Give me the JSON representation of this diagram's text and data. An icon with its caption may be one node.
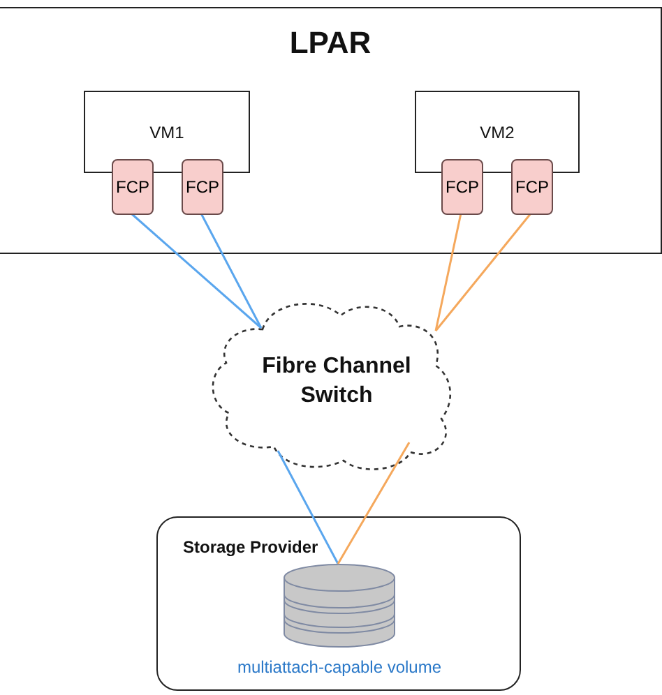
{
  "diagram": {
    "nodes": [
      {
        "text": [
          "LPAR"
        ]
      },
      {
        "text": [
          "VM1"
        ],
        "in": 0
      },
      {
        "text": [
          "FCP"
        ],
        "in": 0
      },
      {
        "text": [
          "FCP"
        ],
        "in": 0
      },
      {
        "text": [
          "VM2"
        ],
        "in": 0
      },
      {
        "text": [
          "FCP"
        ],
        "in": 0
      },
      {
        "text": [
          "FCP"
        ],
        "in": 0
      },
      {
        "text": [
          "Fibre Channel Switch"
        ]
      },
      {
        "text": [
          "Storage Provider"
        ]
      },
      {
        "text": [],
        "shape": "cylinder",
        "beside": [
          "multiattach-capable volume"
        ],
        "in": 8
      }
    ],
    "edges": [
      {
        "from": 2,
        "to": 7,
        "arrow": "none",
        "color": "#5aa6ee"
      },
      {
        "from": 3,
        "to": 7,
        "arrow": "none",
        "color": "#5aa6ee"
      },
      {
        "from": 5,
        "to": 7,
        "arrow": "none",
        "color": "#f5a85c"
      },
      {
        "from": 6,
        "to": 7,
        "arrow": "none",
        "color": "#f5a85c"
      },
      {
        "from": 7,
        "to": 9,
        "arrow": "none",
        "color": "#5aa6ee"
      },
      {
        "from": 7,
        "to": 9,
        "arrow": "none",
        "color": "#f5a85c"
      }
    ]
  }
}
